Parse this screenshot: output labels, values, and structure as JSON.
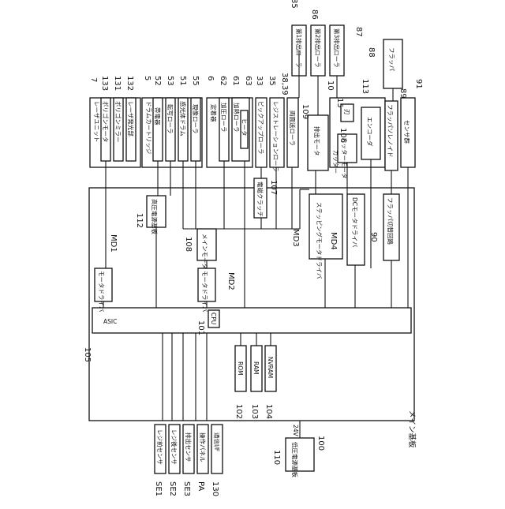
{
  "blocks": {
    "laser_unit": "レーザユニット",
    "polygon_motor": "ポリゴンモータ",
    "polygon_mirror": "ポリゴンミラー",
    "laser_emitter": "レーザ発光部",
    "drum_cartridge": "ドラムカートリッジ",
    "charger": "帯電器",
    "transfer_roller": "転写ローラ",
    "photo_drum": "感光体ドラム",
    "dev_roller": "現像ローラ",
    "fixer": "定着器",
    "pressure_roller": "加圧ローラ",
    "heat_roller": "加熱ローラ",
    "heater": "ヒータ",
    "pickup_roller": "ピックアップローラ",
    "registration_roller": "レジストレーションローラ",
    "duplex_roller": "両面送ローラ",
    "exit_motor": "排出モータ",
    "cutter": "カッター",
    "cutter_motor": "カッターモータ",
    "blade": "刃",
    "encoder": "エンコーダ",
    "exit_roller_1": "第1排出ローラ",
    "exit_roller_2": "第2排出ローラ",
    "exit_roller_3": "第3排出ローラ",
    "flapper": "フラッパ",
    "flapper_solenoid": "フラッパソレノイド",
    "sensors": "センサ群",
    "em_clutch": "電磁クラッチ",
    "hv_board": "高圧電源基板",
    "main_motor": "メインモータ",
    "motor_driver_1": "モータドライバ",
    "motor_driver_2": "モータドライバ",
    "stepping_driver": "ステッピングモータドライバ",
    "dc_driver": "DCモータドライバ",
    "flapper_switch": "フラッパ切替回路",
    "asic": "ASIC",
    "cpu": "CPU",
    "rom": "ROM",
    "ram": "RAM",
    "nvram": "NVRAM",
    "main_board": "メイン基板",
    "lv_board": "低圧電源基板",
    "v24": "24V",
    "reg_front_sensor": "レジ前センサ",
    "reg_rear_sensor": "レジ後センサ",
    "exit_sensor": "排出センサ",
    "op_panel": "操作パネル",
    "comm_if": "通信I/F"
  },
  "refs": {
    "r7": "7",
    "r133": "133",
    "r131": "131",
    "r132": "132",
    "r5": "5",
    "r52": "52",
    "r53": "53",
    "r51": "51",
    "r55": "55",
    "r6": "6",
    "r62": "62",
    "r61": "61",
    "r63": "63",
    "r33": "33",
    "r35": "35",
    "r3839": "38,39",
    "r85": "85",
    "r86": "86",
    "r87": "87",
    "r88": "88",
    "r10": "10",
    "r15": "15",
    "r113": "113",
    "r106": "106",
    "r109": "109",
    "r89": "89",
    "r91": "91",
    "r107": "107",
    "r112": "112",
    "r108": "108",
    "r90": "90",
    "r101": "101",
    "r105": "105",
    "r102": "102",
    "r103": "103",
    "r104": "104",
    "r100": "100",
    "r110": "110",
    "r130": "130",
    "md1": "MD1",
    "md2": "MD2",
    "md3": "MD3",
    "md4": "MD4",
    "se1": "SE1",
    "se2": "SE2",
    "se3": "SE3",
    "pa": "PA"
  }
}
